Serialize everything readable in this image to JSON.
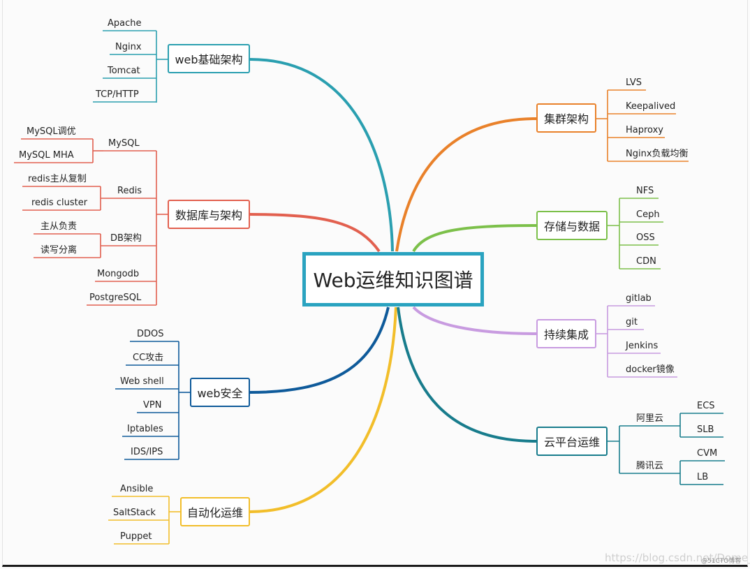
{
  "center": "Web运维知识图谱",
  "colors": {
    "center_border": "#2aa3c0",
    "web_infra": "#2a9fb0",
    "database": "#e2604f",
    "web_security": "#0e5a9a",
    "automation": "#f2be2a",
    "cluster": "#e9812a",
    "storage": "#7cc04a",
    "ci": "#c89be0",
    "cloud": "#187c8c"
  },
  "branches": {
    "web_infra": {
      "label": "web基础架构",
      "items": [
        "Apache",
        "Nginx",
        "Tomcat",
        "TCP/HTTP"
      ]
    },
    "database": {
      "label": "数据库与架构",
      "groups": [
        {
          "label": "MySQL",
          "items": [
            "MySQL调优",
            "MySQL MHA"
          ]
        },
        {
          "label": "Redis",
          "items": [
            "redis主从复制",
            "redis cluster"
          ]
        },
        {
          "label": "DB架构",
          "items": [
            "主从负责",
            "读写分离"
          ]
        }
      ],
      "items": [
        "Mongodb",
        "PostgreSQL"
      ]
    },
    "web_security": {
      "label": "web安全",
      "items": [
        "DDOS",
        "CC攻击",
        "Web shell",
        "VPN",
        "Iptables",
        "IDS/IPS"
      ]
    },
    "automation": {
      "label": "自动化运维",
      "items": [
        "Ansible",
        "SaltStack",
        "Puppet"
      ]
    },
    "cluster": {
      "label": "集群架构",
      "items": [
        "LVS",
        "Keepalived",
        "Haproxy",
        "Nginx负载均衡"
      ]
    },
    "storage": {
      "label": "存储与数据",
      "items": [
        "NFS",
        "Ceph",
        "OSS",
        "CDN"
      ]
    },
    "ci": {
      "label": "持续集成",
      "items": [
        "gitlab",
        "git",
        "Jenkins",
        "docker镜像"
      ]
    },
    "cloud": {
      "label": "云平台运维",
      "groups": [
        {
          "label": "阿里云",
          "items": [
            "ECS",
            "SLB"
          ]
        },
        {
          "label": "腾讯云",
          "items": [
            "CVM",
            "LB"
          ]
        }
      ]
    }
  },
  "watermark": "https://blog.csdn.net/Dome_",
  "watermark2": "@51CTO博客"
}
